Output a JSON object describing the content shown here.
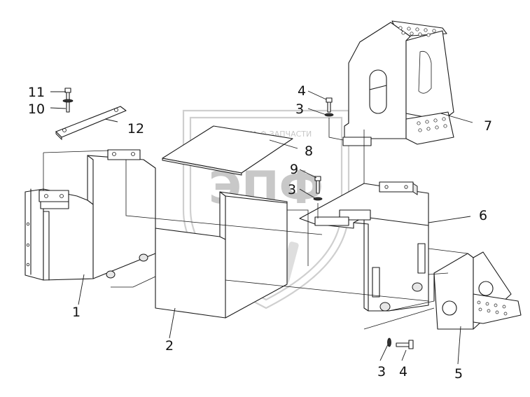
{
  "watermark": {
    "big": "ЭПФ",
    "small": "ТЕХНИКА ⚙ ЗАПЧАСТИ"
  },
  "callouts": [
    {
      "id": "1",
      "text": "1"
    },
    {
      "id": "2",
      "text": "2"
    },
    {
      "id": "3a",
      "text": "3"
    },
    {
      "id": "3b",
      "text": "3"
    },
    {
      "id": "3c",
      "text": "3"
    },
    {
      "id": "4a",
      "text": "4"
    },
    {
      "id": "4b",
      "text": "4"
    },
    {
      "id": "5",
      "text": "5"
    },
    {
      "id": "6",
      "text": "6"
    },
    {
      "id": "7",
      "text": "7"
    },
    {
      "id": "8",
      "text": "8"
    },
    {
      "id": "9",
      "text": "9"
    },
    {
      "id": "10",
      "text": "10"
    },
    {
      "id": "11",
      "text": "11"
    },
    {
      "id": "12",
      "text": "12"
    }
  ]
}
